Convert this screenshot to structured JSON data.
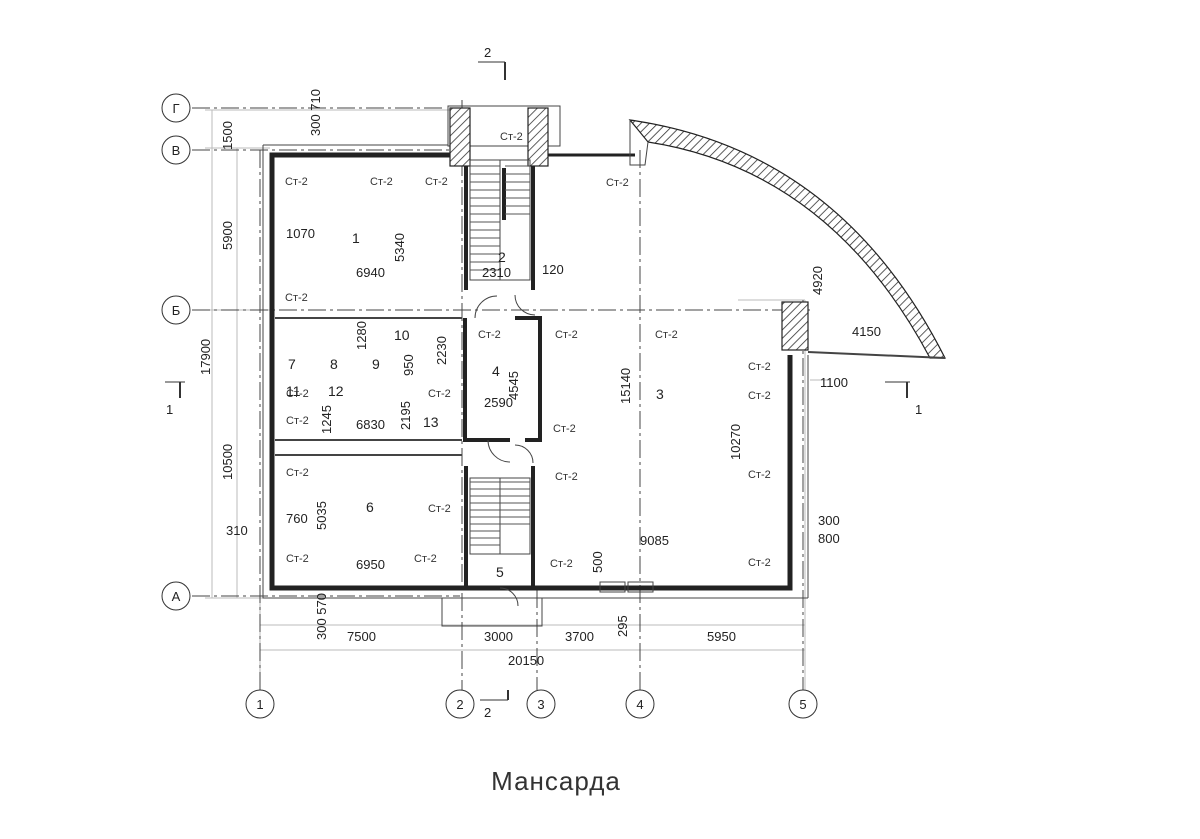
{
  "caption": "Мансарда",
  "axes_letters": [
    "Г",
    "В",
    "Б",
    "А"
  ],
  "axes_numbers": [
    "1",
    "2",
    "3",
    "4",
    "5"
  ],
  "section_marks": {
    "top": "2",
    "bottom": "2",
    "left": "1",
    "right": "1"
  },
  "rooms": [
    "1",
    "2",
    "3",
    "4",
    "5",
    "6",
    "7",
    "8",
    "9",
    "10",
    "11",
    "12",
    "13"
  ],
  "wall_tag": "Ст-2",
  "dims": {
    "left_1500": "1500",
    "left_5900": "5900",
    "left_17900": "17900",
    "left_10500": "10500",
    "left_310": "310",
    "top_300_710": "300 710",
    "bottom_300_570": "300 570",
    "bottom_7500": "7500",
    "bottom_3000": "3000",
    "bottom_3700": "3700",
    "bottom_295": "295",
    "bottom_5950": "5950",
    "bottom_20150": "20150",
    "r1_1070": "1070",
    "r1_5340": "5340",
    "r1_6940": "6940",
    "r2_2310": "2310",
    "r2_120": "120",
    "r10_1280": "1280",
    "r10_2230": "2230",
    "r9_950": "950",
    "r13_1245": "1245",
    "r13_6830": "6830",
    "r13_2195": "2195",
    "r4_4545": "4545",
    "r4_2590": "2590",
    "r3_15140": "15140",
    "r3_10270": "10270",
    "r3_9085": "9085",
    "r3_500": "500",
    "r6_760": "760",
    "r6_5035": "5035",
    "r6_6950": "6950",
    "right_4920": "4920",
    "right_4150": "4150",
    "right_1100": "1100",
    "right_300": "300",
    "right_800": "800"
  }
}
